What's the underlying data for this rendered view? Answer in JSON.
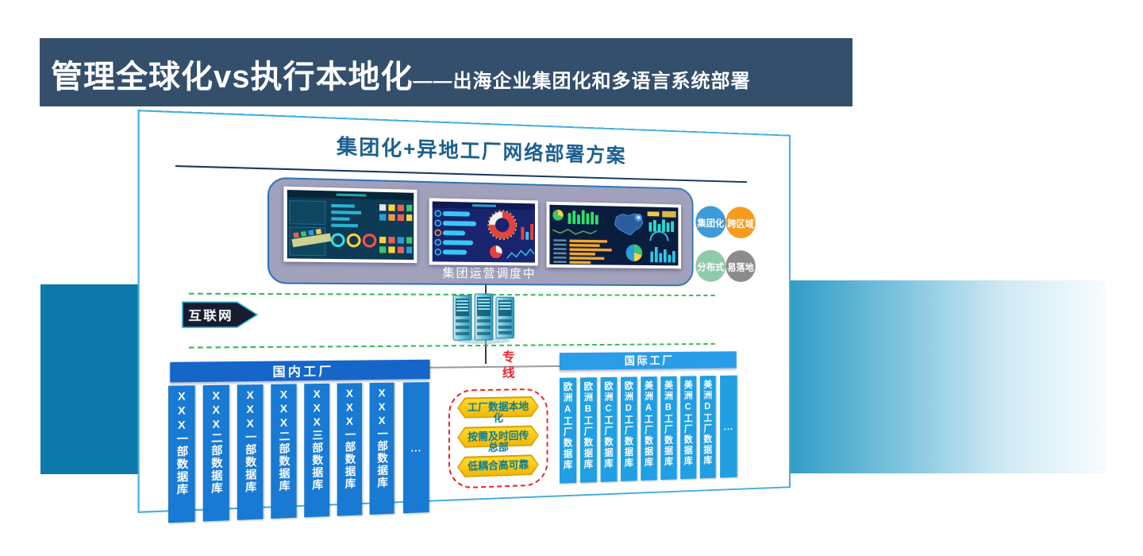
{
  "slide": {
    "title_main": "管理全球化vs执行本地化",
    "title_sub": "——出海企业集团化和多语言系统部署"
  },
  "diagram": {
    "title": "集团化+异地工厂网络部署方案",
    "group_panel": {
      "caption": "集团运营调度中"
    },
    "badges": [
      {
        "label": "集团化",
        "color": "#3f9ad8"
      },
      {
        "label": "跨区域",
        "color": "#f79a20"
      },
      {
        "label": "分布式",
        "color": "#8fcbaa"
      },
      {
        "label": "易落地",
        "color": "#8b8b8b"
      }
    ],
    "internet_label": "互联网",
    "dedicated_line_label": "专线",
    "domestic": {
      "header": "国内工厂",
      "columns": [
        "XXX一部数据库",
        "XXX二部数据库",
        "XXX一部数据库",
        "XXX二部数据库",
        "XXX三部数据库",
        "XXX一部数据库",
        "XXX一部数据库",
        "..."
      ]
    },
    "international": {
      "header": "国际工厂",
      "columns": [
        "欧洲A工厂数据库",
        "欧洲B工厂数据库",
        "欧洲C工厂数据库",
        "欧洲D工厂数据库",
        "美洲A工厂数据库",
        "美洲B工厂数据库",
        "美洲C工厂数据库",
        "美洲D工厂数据库",
        "..."
      ]
    },
    "strategies": [
      "工厂数据本地化",
      "按需及时回传总部",
      "低耦合高可靠"
    ],
    "colors": {
      "banner_bg": "#344f6b",
      "panel_border": "#45aede",
      "domestic_header_bg": "#1566c8",
      "international_header_bg": "#2a9ce8",
      "domestic_bar": "#187ad2",
      "international_bar": "#209fe2",
      "green_dashed_line": "#2fb957",
      "dedicated_line_red": "#e8262c",
      "strategy_hexagon": "#ffc612",
      "left_block": "#0e79ab"
    }
  }
}
